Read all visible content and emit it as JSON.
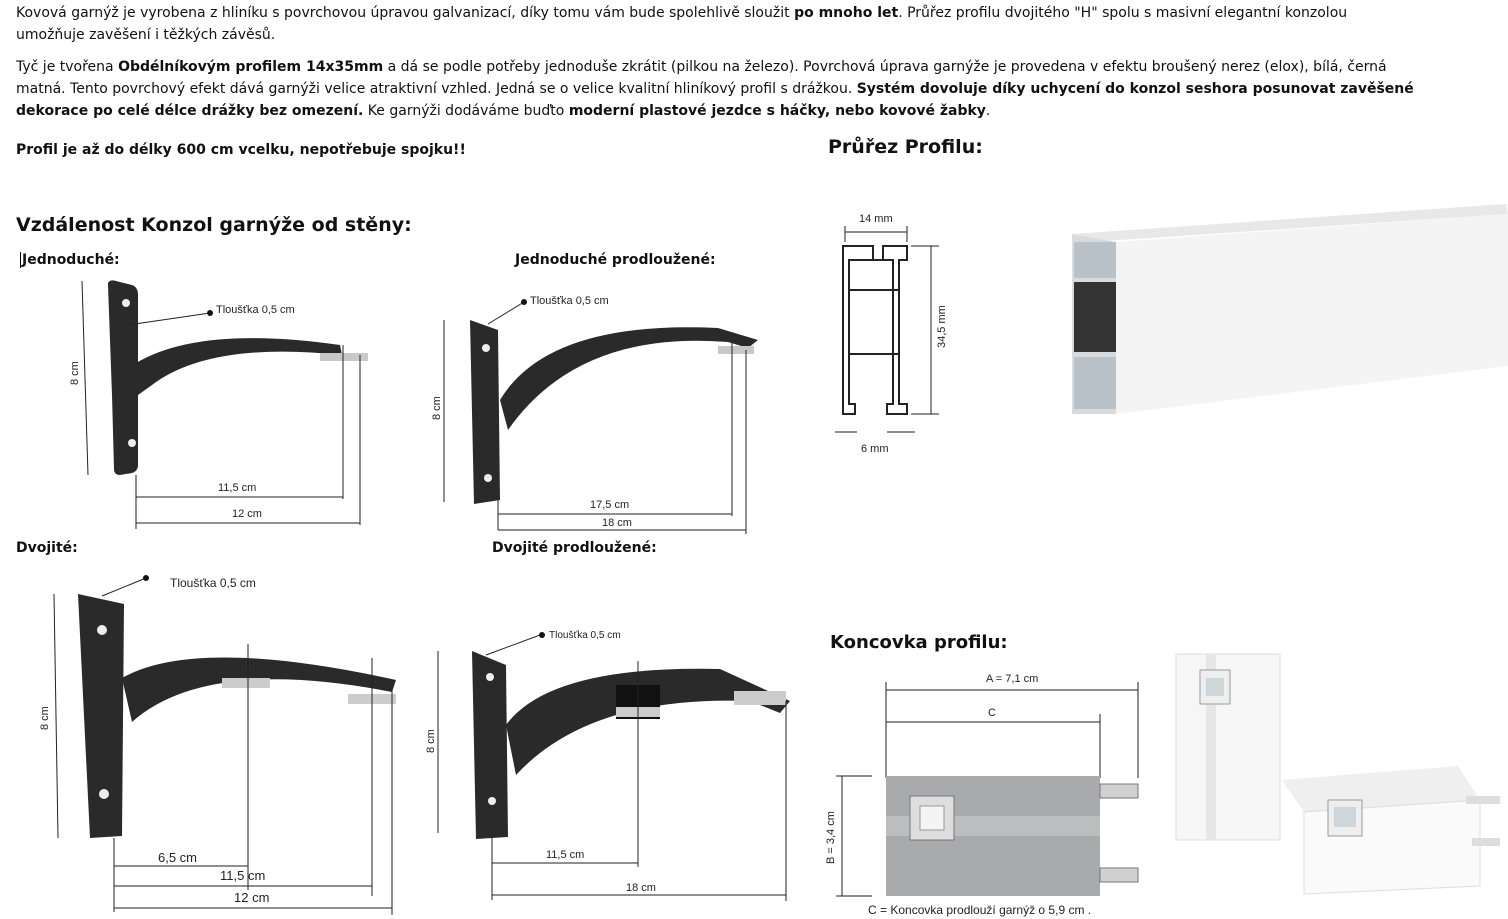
{
  "intro": {
    "p1_a": "Kovová garnýž je vyrobena z hliníku s povrchovou úpravou galvanizací, díky tomu vám bude spolehlivě sloužit ",
    "p1_b": "po mnoho let",
    "p1_c": ". Průřez profilu dvojitého \"H\" spolu s masivní elegantní konzolou umožňuje zavěšení i těžkých závěsů.",
    "p2_a": " Tyč je tvořena ",
    "p2_b": "Obdélníkovým profilem 14x35mm",
    "p2_c": " a dá se podle potřeby jednoduše zkrátit (pilkou na železo). Povrchová úprava garnýže je provedena v efektu broušený nerez (elox), bílá, černá matná. Tento povrchový efekt dává garnýži velice atraktivní vzhled. Jedná se o velice kvalitní hliníkový profil s drážkou. ",
    "p2_d": "Systém dovoluje díky uchycení do konzol seshora posunovat zavěšené dekorace po celé délce drážky bez omezení.",
    "p2_e": " Ke garnýži dodáváme buďto ",
    "p2_f": "moderní plastové jezdce s háčky, nebo kovové žabky",
    "p2_g": ".",
    "p3": "Profil je až do délky 600 cm vcelku, nepotřebuje spojku!!"
  },
  "headings": {
    "profile": "Průřez Profilu:",
    "brackets": "Vzdálenost Konzol garnýže od stěny:",
    "endcap": "Koncovka profilu:"
  },
  "brackets": {
    "single": {
      "title": "Jednoduché:",
      "thickness": "Tloušťka 0,5 cm",
      "height": "8 cm",
      "d1": "11,5 cm",
      "d2": "12 cm"
    },
    "single_ext": {
      "title": "Jednoduché prodloužené:",
      "thickness": "Tloušťka 0,5 cm",
      "height": "8 cm",
      "d1": "17,5 cm",
      "d2": "18 cm"
    },
    "double": {
      "title": "Dvojité:",
      "thickness": "Tloušťka 0,5 cm",
      "height": "8 cm",
      "d0": "6,5 cm",
      "d1": "11,5 cm",
      "d2": "12 cm"
    },
    "double_ext": {
      "title": "Dvojité prodloužené:",
      "thickness": "Tloušťka 0,5 cm",
      "height": "8 cm",
      "d1": "11,5 cm",
      "d2": "18 cm"
    }
  },
  "profile_dims": {
    "width": "14 mm",
    "height": "34,5 mm",
    "slot": "6 mm"
  },
  "endcap": {
    "a": "A = 7,1 cm",
    "c": "C",
    "b": "B = 3,4 cm",
    "caption": "C = Koncovka prodlouží garnýž o 5,9 cm ."
  }
}
